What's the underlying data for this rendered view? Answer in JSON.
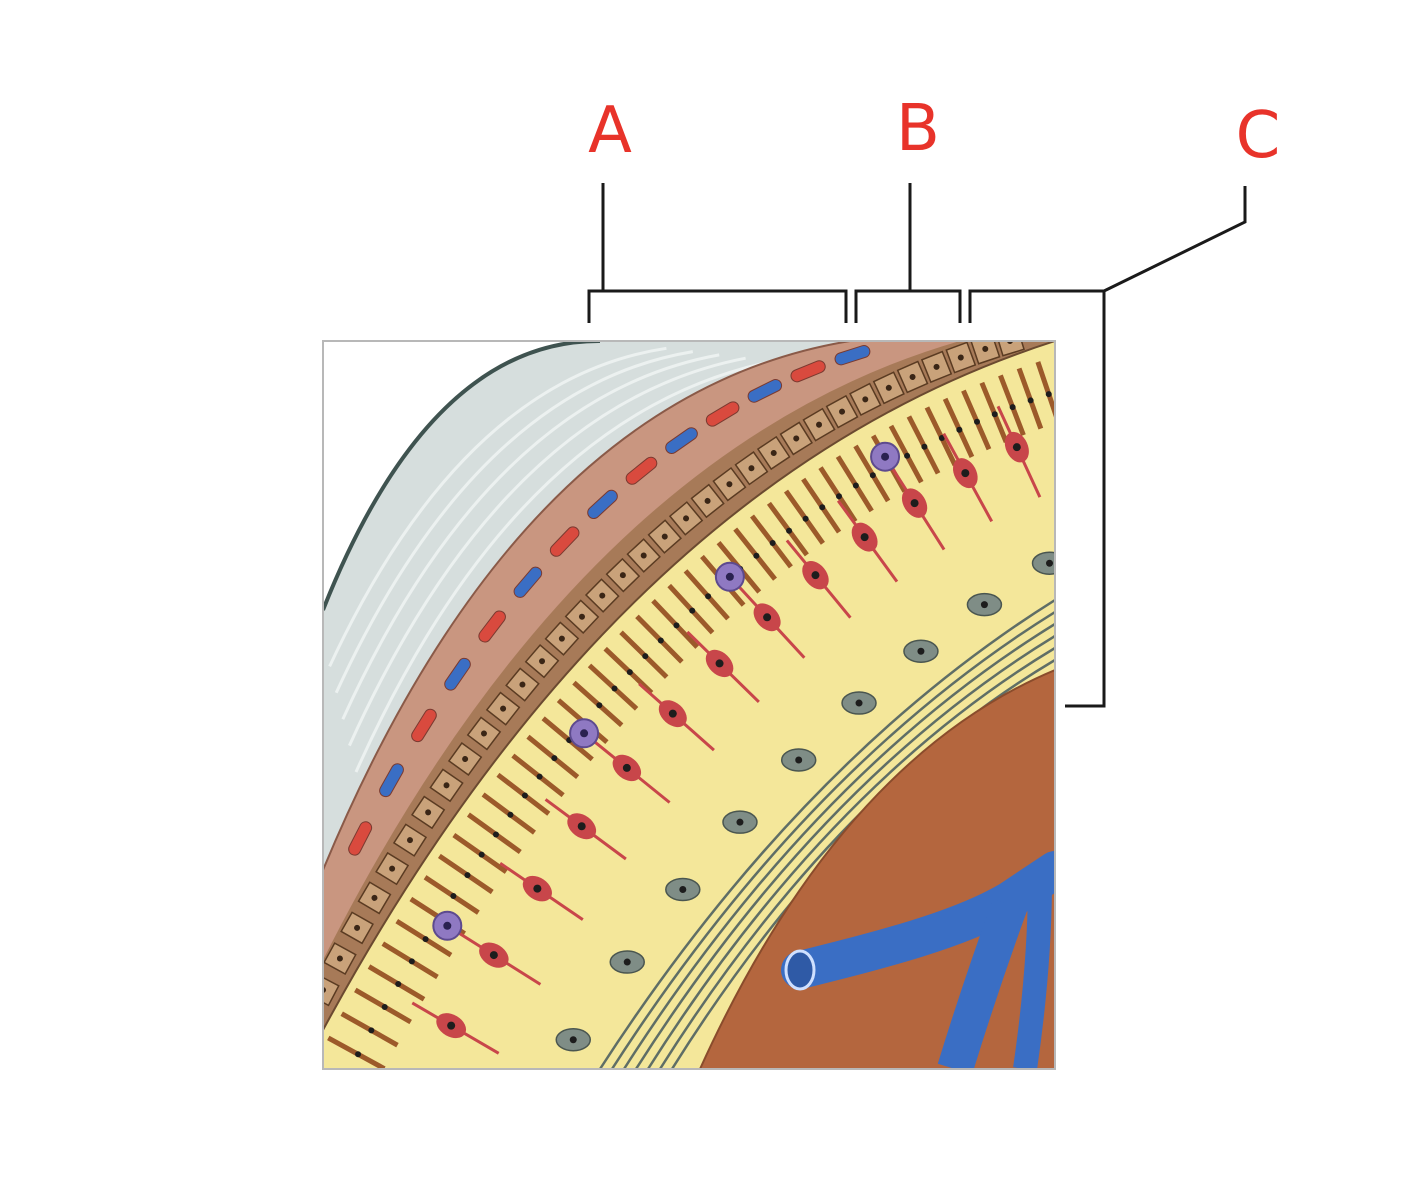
{
  "labels": [
    {
      "id": "A",
      "text": "A"
    },
    {
      "id": "B",
      "text": "B"
    },
    {
      "id": "C",
      "text": "C"
    }
  ],
  "colors": {
    "label_red": "#e8332a",
    "leader_line": "#1a1a1a",
    "sclera": "#d6dedd",
    "choroid": "#c99680",
    "pigment_epithelium": "#a77a58",
    "retina_yellow": "#f4e79a",
    "photoreceptor_brown": "#9c5a2a",
    "bipolar_red": "#c8464a",
    "horizontal_purple": "#8f79c2",
    "ganglion_gray": "#7f8d86",
    "vitreous_brown": "#b4663e",
    "vessel_blue": "#3a6ec4"
  },
  "icons": [
    "eye-wall-cross-section"
  ]
}
